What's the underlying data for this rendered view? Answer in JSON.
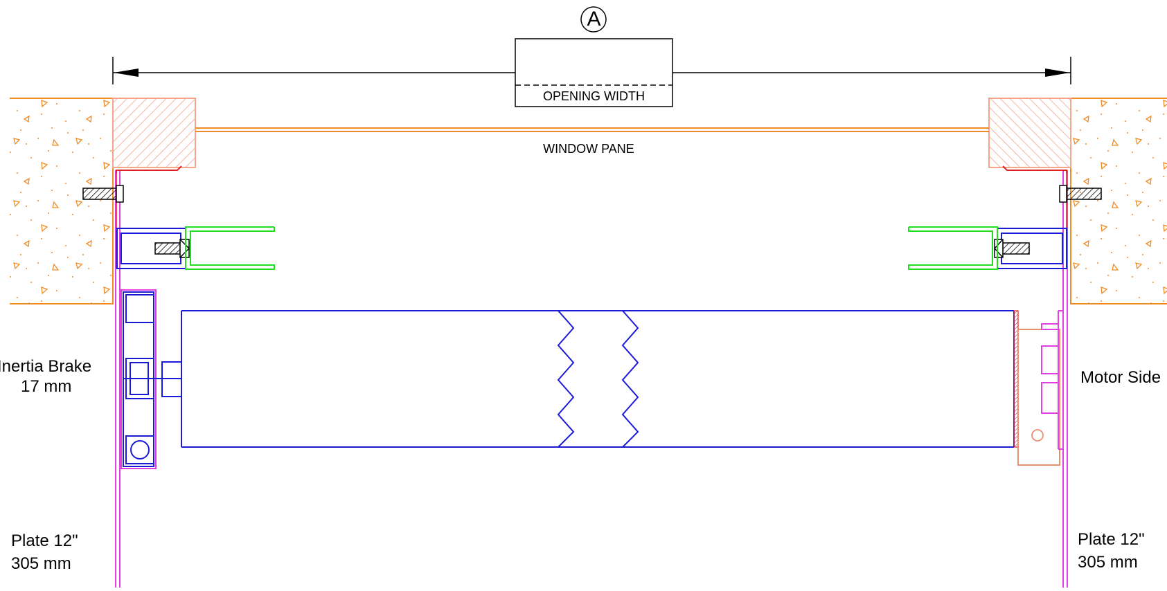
{
  "drawing": {
    "dimension_marker": "A",
    "dimension_label": "OPENING WIDTH",
    "pane_label": "WINDOW PANE",
    "left_side": {
      "brake_line1": "Inertia Brake",
      "brake_line2": "17 mm",
      "plate_line1": "Plate 12\"",
      "plate_line2": "305 mm"
    },
    "right_side": {
      "motor_label": "Motor Side",
      "plate_line1": "Plate 12\"",
      "plate_line2": "305 mm"
    }
  },
  "colors": {
    "wall": "#f08a24",
    "wood": "#f4a58a",
    "plate": "#e040e0",
    "bracket": "#1a1ad8",
    "guide": "#22dd22",
    "seal": "#e02020",
    "motor_head": "#e8906e",
    "line": "#000000"
  }
}
